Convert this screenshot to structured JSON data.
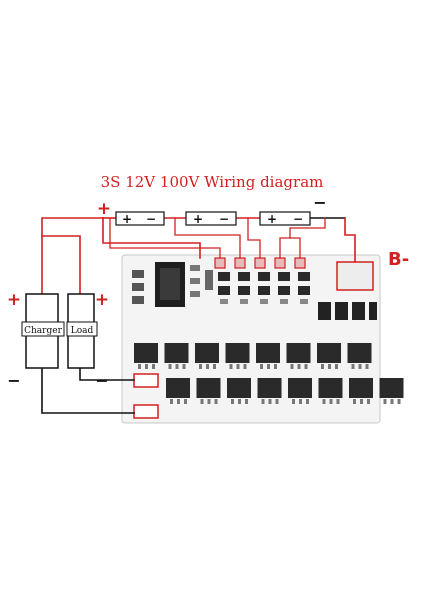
{
  "title": "3S 12V 100V Wiring diagram",
  "labels": {
    "charger": "Charger",
    "load": "Load",
    "b_minus": "B-",
    "plus": "+",
    "minus": "−"
  },
  "cells": [
    {
      "pos": "+",
      "neg": "−"
    },
    {
      "pos": "+",
      "neg": "−"
    },
    {
      "pos": "+",
      "neg": "−"
    }
  ],
  "colors": {
    "wire_red": "#d32020",
    "wire_black": "#111111",
    "board": "#f4f4f4",
    "mosfet": "#2a2a2a"
  }
}
